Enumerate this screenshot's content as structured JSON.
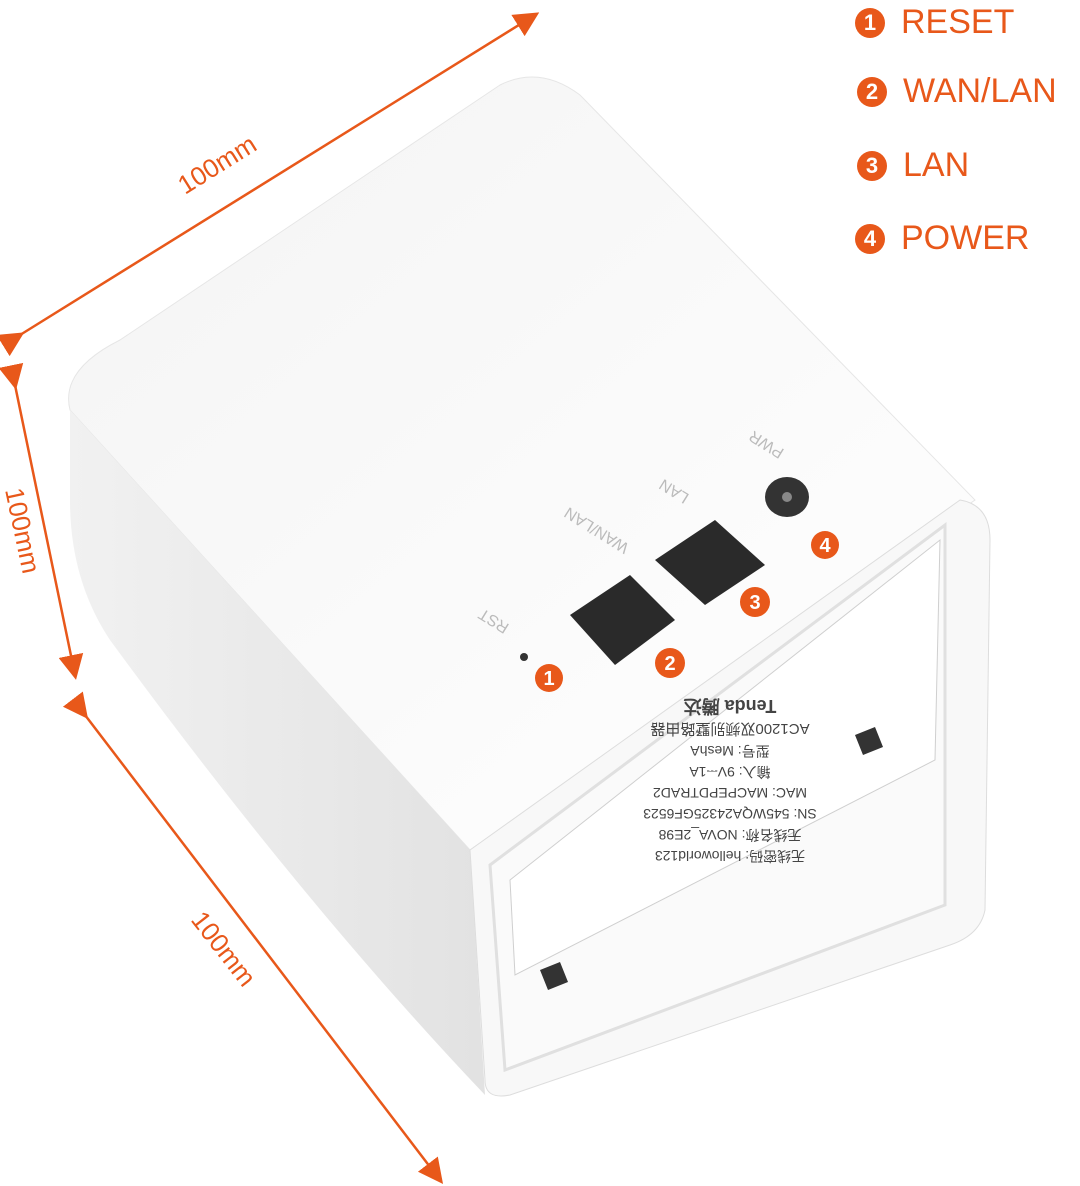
{
  "accent_color": "#e8581a",
  "legend": [
    {
      "num": "1",
      "label": "RESET"
    },
    {
      "num": "2",
      "label": "WAN/LAN"
    },
    {
      "num": "3",
      "label": "LAN"
    },
    {
      "num": "4",
      "label": "POWER"
    }
  ],
  "dimensions": {
    "width": "100mm",
    "height": "100mm",
    "depth": "100mm"
  },
  "ports": {
    "reset": "RST",
    "wan_lan": "WAN/LAN",
    "lan": "LAN",
    "power": "PWR"
  },
  "markers": [
    "1",
    "2",
    "3",
    "4"
  ],
  "label": {
    "brand": "Tenda 腾达",
    "product": "AC1200双频别墅路由器",
    "model": "型号: MeshA",
    "input": "输入: 9V⎓1A",
    "mac": "MAC: MACPEPDTRAD2",
    "sn": "SN: 545WQA24325GF6523",
    "wifi_name": "无线名称: NOVA_2E98",
    "wifi_password": "无线密码: helloworld123"
  }
}
